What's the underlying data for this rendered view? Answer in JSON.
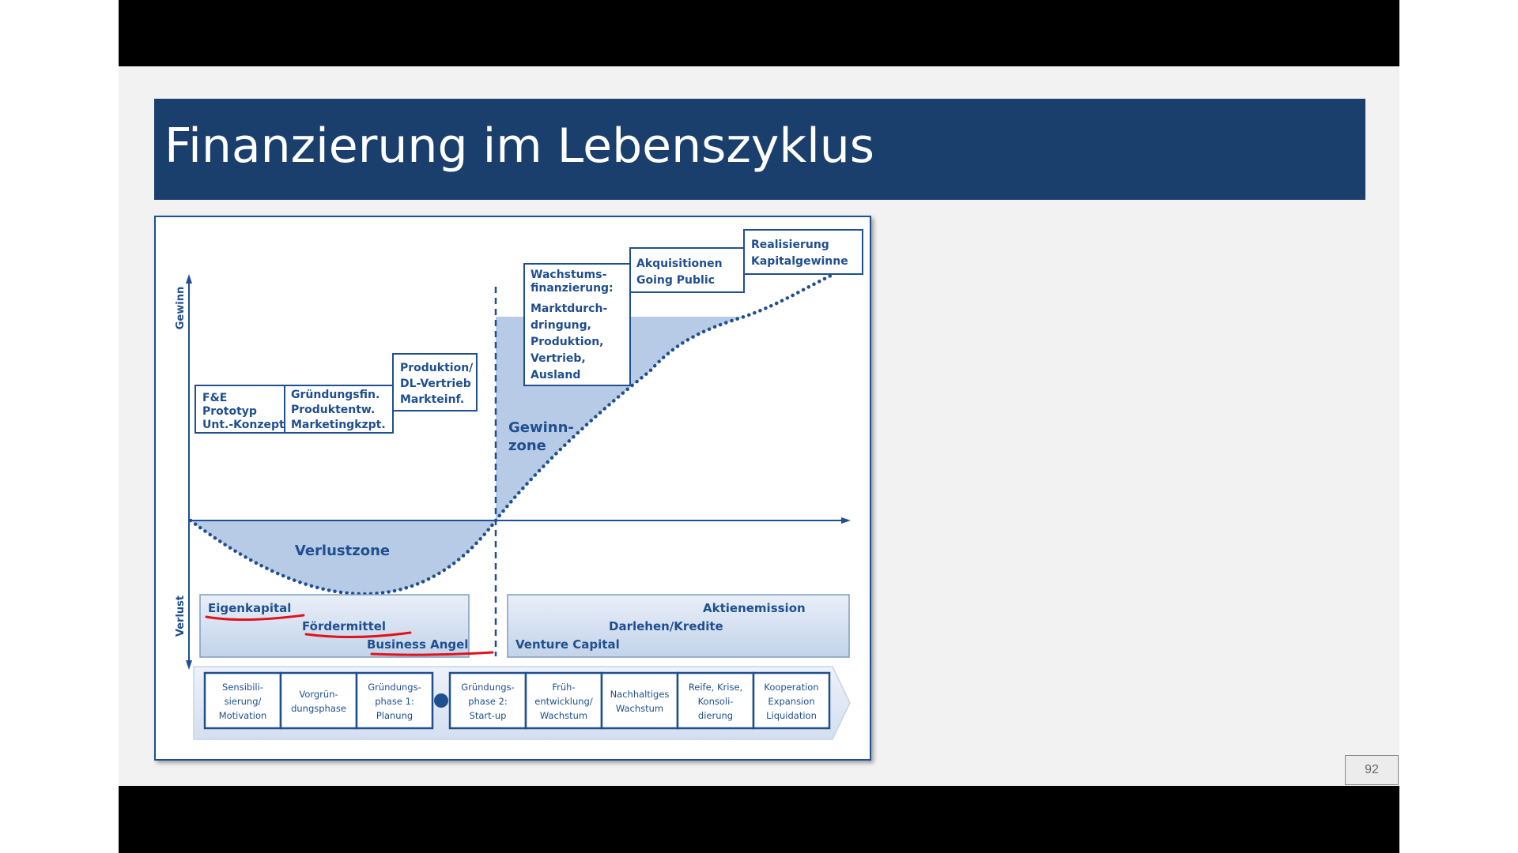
{
  "slide": {
    "title": "Finanzierung im Lebenszyklus",
    "page_number": "92"
  },
  "colors": {
    "title_bar": "#1b3f6d",
    "diagram_blue": "#1f4f8f",
    "zone_fill": "#b7cbe6",
    "annotation_red": "#e0121b"
  },
  "axes": {
    "y_top": "Gewinn",
    "y_bottom": "Verlust"
  },
  "zones": {
    "profit_line1": "Gewinn-",
    "profit_line2": "zone",
    "loss": "Verlustzone"
  },
  "boxes": {
    "box1": {
      "lines": [
        "F&E",
        "Prototyp",
        "Unt.-Konzept"
      ]
    },
    "box2": {
      "lines": [
        "Gründungsfin.",
        "Produktentw.",
        "Marketingkzpt."
      ]
    },
    "box3": {
      "lines": [
        "Produktion/",
        "DL-Vertrieb",
        "Markteinf."
      ]
    },
    "box4": {
      "lines": [
        "Wachstums-",
        "finanzierung:",
        "Marktdurch-",
        "dringung,",
        "Produktion,",
        "Vertrieb,",
        "Ausland"
      ]
    },
    "box5": {
      "lines": [
        "Akquisitionen",
        "Going Public"
      ]
    },
    "box6": {
      "lines": [
        "Realisierung",
        "Kapitalgewinne"
      ]
    }
  },
  "financing_left": {
    "item1": "Eigenkapital",
    "item2": "Fördermittel",
    "item3": "Business Angel"
  },
  "financing_right": {
    "item1": "Aktienemission",
    "item2": "Darlehen/Kredite",
    "item3": "Venture Capital"
  },
  "phases": [
    {
      "lines": [
        "Sensibili-",
        "sierung/",
        "Motivation"
      ]
    },
    {
      "lines": [
        "Vorgrün-",
        "dungsphase"
      ]
    },
    {
      "lines": [
        "Gründungs-",
        "phase 1:",
        "Planung"
      ]
    },
    {
      "lines": [
        "Gründungs-",
        "phase 2:",
        "Start-up"
      ]
    },
    {
      "lines": [
        "Früh-",
        "entwicklung/",
        "Wachstum"
      ]
    },
    {
      "lines": [
        "Nachhaltiges",
        "Wachstum"
      ]
    },
    {
      "lines": [
        "Reife, Krise,",
        "Konsoli-",
        "dierung"
      ]
    },
    {
      "lines": [
        "Kooperation",
        "Expansion",
        "Liquidation"
      ]
    }
  ]
}
